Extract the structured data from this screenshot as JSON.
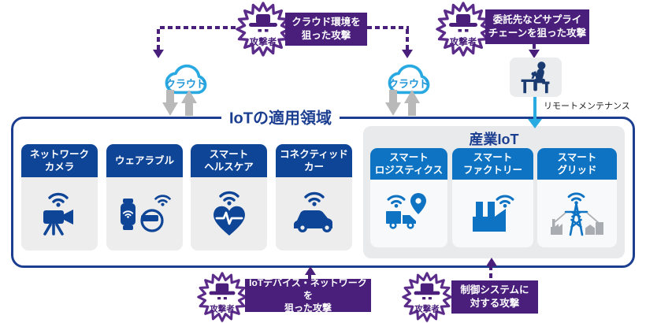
{
  "colors": {
    "navy": "#0e4596",
    "border_navy": "#1b3e91",
    "industrial_blue": "#0d73c2",
    "attack_purple": "#4a1f7c",
    "starburst_purple": "#5b2b8a",
    "cloud_blue": "#29a9e1",
    "remote_arrow_blue": "#29abe2",
    "sync_arrow_gray": "#b9b9b9"
  },
  "labels": {
    "attacker": "攻撃者",
    "cloud": "クラウド",
    "remote_maintenance": "リモートメンテナンス"
  },
  "attacks": {
    "cloud_attack": {
      "icon": "attacker-burst-icon",
      "line1": "クラウド環境を",
      "line2": "狙った攻撃"
    },
    "supply_chain": {
      "icon": "attacker-burst-icon",
      "line1": "委託先などサプライ",
      "line2": "チェーンを狙った攻撃"
    },
    "device_network": {
      "icon": "attacker-burst-icon",
      "line1": "IoTデバイス・ネットワークを",
      "line2": "狙った攻撃"
    },
    "control_system": {
      "icon": "attacker-burst-icon",
      "line1": "制御システムに",
      "line2": "対する攻撃"
    }
  },
  "main": {
    "title": "IoTの適用領域",
    "consumer_cards": [
      {
        "line1": "ネットワーク",
        "line2": "カメラ",
        "icon": "video-camera-icon"
      },
      {
        "line1": "ウェアラブル",
        "line2": "",
        "icon": "wearable-devices-icon"
      },
      {
        "line1": "スマート",
        "line2": "ヘルスケア",
        "icon": "heart-monitor-icon"
      },
      {
        "line1": "コネクティッド",
        "line2": "カー",
        "icon": "connected-car-icon"
      }
    ],
    "industrial": {
      "title": "産業IoT",
      "cards": [
        {
          "line1": "スマート",
          "line2": "ロジスティクス",
          "icon": "logistics-truck-icon"
        },
        {
          "line1": "スマート",
          "line2": "ファクトリー",
          "icon": "factory-icon"
        },
        {
          "line1": "スマート",
          "line2": "グリッド",
          "icon": "power-grid-icon"
        }
      ]
    }
  },
  "remote": {
    "operator_icon": "person-at-desk-icon"
  }
}
